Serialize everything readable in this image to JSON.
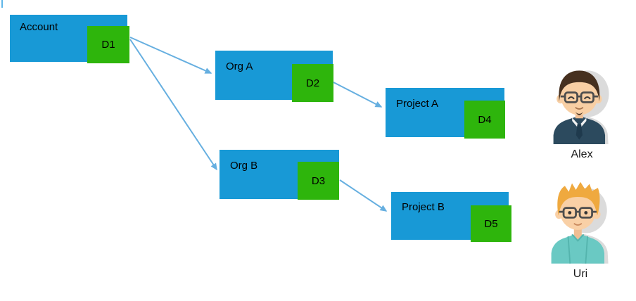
{
  "diagram": {
    "nodes": [
      {
        "label": "Account",
        "badge": "D1"
      },
      {
        "label": "Org A",
        "badge": "D2"
      },
      {
        "label": "Project A",
        "badge": "D4"
      },
      {
        "label": "Org B",
        "badge": "D3"
      },
      {
        "label": "Project B",
        "badge": "D5"
      }
    ],
    "edges": [
      {
        "from": "D1",
        "to": "Org A"
      },
      {
        "from": "D1",
        "to": "Org B"
      },
      {
        "from": "D2",
        "to": "Project A"
      },
      {
        "from": "D3",
        "to": "Project B"
      }
    ],
    "colors": {
      "node_fill": "#1899D6",
      "badge_fill": "#2EB50C",
      "edge_stroke": "#66AFE0",
      "text": "#000000"
    }
  },
  "users": [
    {
      "name": "Alex"
    },
    {
      "name": "Uri"
    }
  ]
}
